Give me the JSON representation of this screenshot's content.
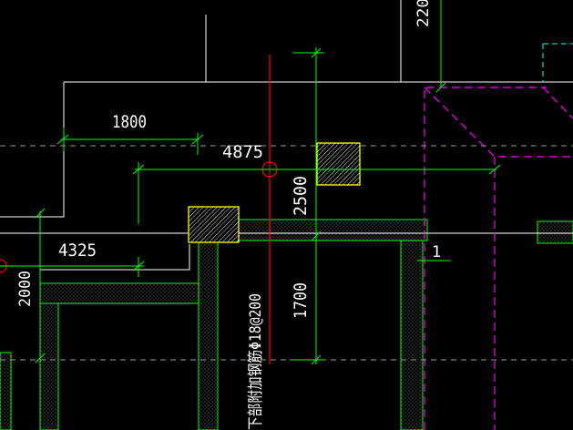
{
  "drawing": {
    "background_color": "#000000",
    "colors": {
      "dimension_line": "#00ff00",
      "text": "#ffffff",
      "wall_outline": "#ffffff",
      "axis_line": "#ff0000",
      "column_hatch": "#ffff00",
      "roof_outline": "#ff00ff",
      "cyan_detail": "#00ffff"
    },
    "dimensions": {
      "dim_1800": "1800",
      "dim_4875": "4875",
      "dim_4325": "4325",
      "dim_2500": "2500",
      "dim_1700": "1700",
      "dim_2000": "2000",
      "dim_2200_partial": "220"
    },
    "annotations": {
      "rebar_note": "下部附加钢筋Φ18@200",
      "grid_tag": "1"
    }
  }
}
